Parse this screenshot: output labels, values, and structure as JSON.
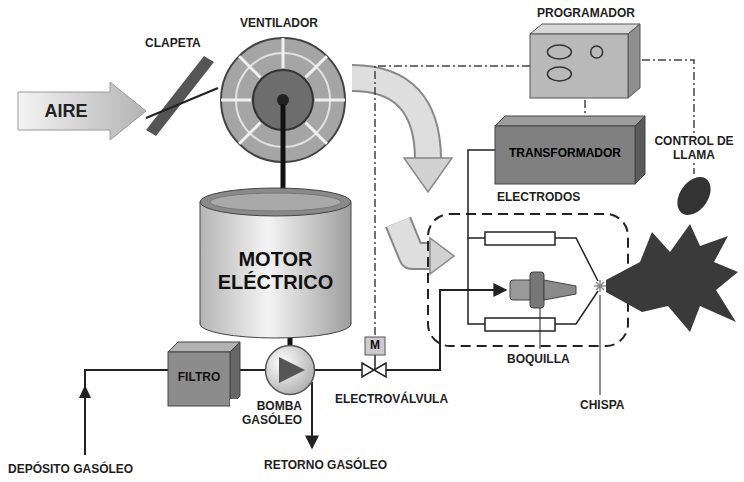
{
  "diagram": {
    "nodes": [
      {
        "text": [
          "AIRE"
        ]
      },
      {
        "text": [
          "PROGRAMADOR"
        ]
      },
      {
        "text": [
          "TRANSFORMADOR"
        ]
      },
      {
        "text": [
          "MOTOR ELÉCTRICO"
        ]
      },
      {
        "text": [
          "FILTRO"
        ]
      },
      {
        "text": [
          "BOMBA GASÓLEO"
        ]
      },
      {
        "text": [
          "M"
        ]
      }
    ],
    "edges": [
      {
        "from": 4,
        "to": 5,
        "arrow": "none"
      },
      {
        "from": 1,
        "to": 6,
        "arrow": "none"
      }
    ],
    "labels": [
      "CLAPETA",
      "VENTILADOR",
      "CONTROL DE LLAMA",
      "ELECTRODOS",
      "BOQUILLA",
      "CHISPA",
      "ELECTROVÁLVULA",
      "DEPÓSITO GASÓLEO",
      "RETORNO GASÓLEO"
    ]
  }
}
